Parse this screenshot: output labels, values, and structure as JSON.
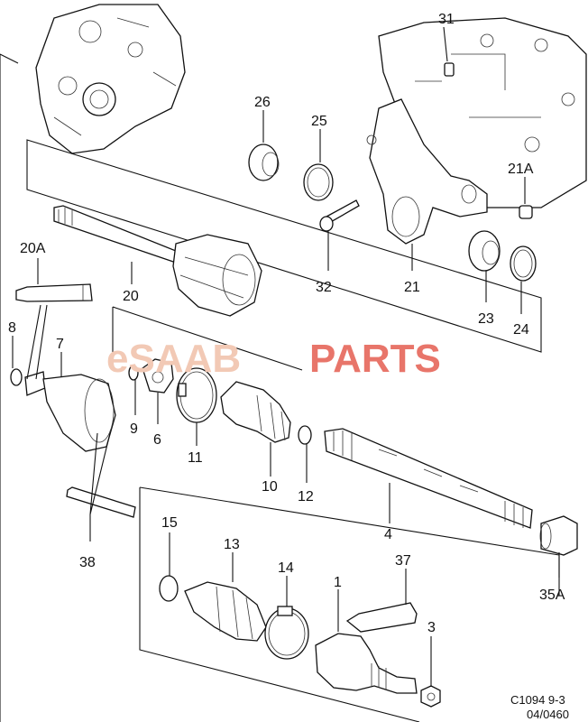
{
  "callouts": {
    "p31": "31",
    "p26": "26",
    "p25": "25",
    "p21A": "21A",
    "p32": "32",
    "p21": "21",
    "p23": "23",
    "p24": "24",
    "p20A": "20A",
    "p20": "20",
    "p8": "8",
    "p7": "7",
    "p9": "9",
    "p6": "6",
    "p11": "11",
    "p10": "10",
    "p12": "12",
    "p4": "4",
    "p38": "38",
    "p15": "15",
    "p13": "13",
    "p14": "14",
    "p37": "37",
    "p1": "1",
    "p35A": "35A",
    "p3": "3"
  },
  "watermark": {
    "part1": "eSAAB",
    "part2": "PARTS",
    "color1": "#f2c9b5",
    "color2": "#e8756a"
  },
  "reference": {
    "code": "C1094 9-3",
    "number": "04/0460"
  }
}
